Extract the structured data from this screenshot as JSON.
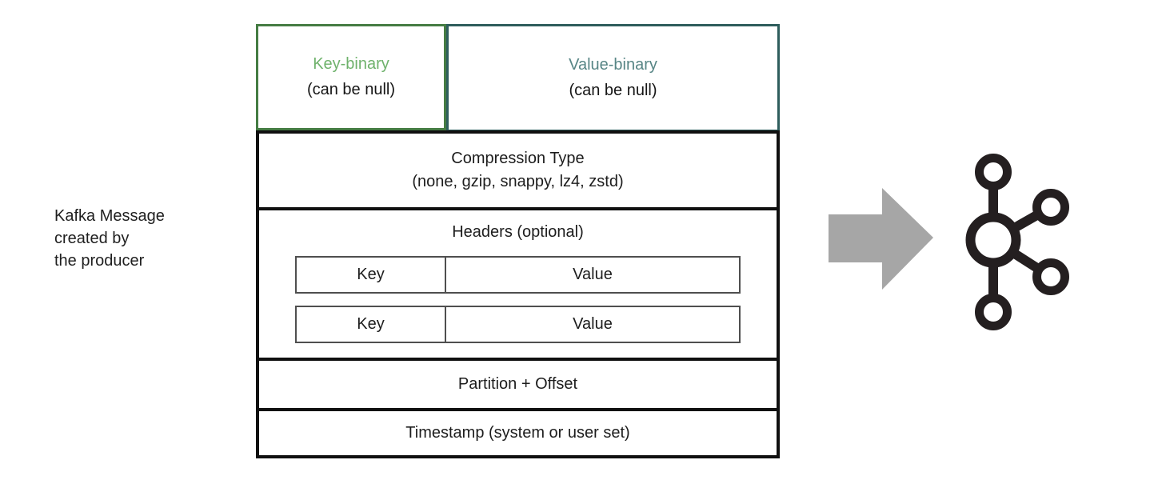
{
  "caption": {
    "lines": [
      "Kafka Message",
      "created by",
      "the producer"
    ]
  },
  "message_box": {
    "key_binary": {
      "title": "Key-binary",
      "note": "(can be null)"
    },
    "value_binary": {
      "title": "Value-binary",
      "note": "(can be null)"
    },
    "compression": {
      "title": "Compression Type",
      "note": "(none, gzip, snappy, lz4, zstd)"
    },
    "headers": {
      "title": "Headers (optional)",
      "rows": [
        {
          "key": "Key",
          "value": "Value"
        },
        {
          "key": "Key",
          "value": "Value"
        }
      ]
    },
    "partition": {
      "title": "Partition + Offset"
    },
    "timestamp": {
      "title": "Timestamp (system or user set)"
    }
  },
  "icons": {
    "arrow": {
      "name": "right-arrow-icon",
      "color": "#a6a6a6"
    },
    "kafka": {
      "name": "kafka-logo-icon",
      "color": "#241f20"
    }
  },
  "colors": {
    "key_border": "#457c43",
    "key_title": "#6fb26c",
    "value_border": "#2e5d5c",
    "value_title": "#578585",
    "stack_border": "#101010",
    "inner_row_border": "#4f4f4f",
    "text": "#1d1d1d",
    "background": "#ffffff"
  }
}
